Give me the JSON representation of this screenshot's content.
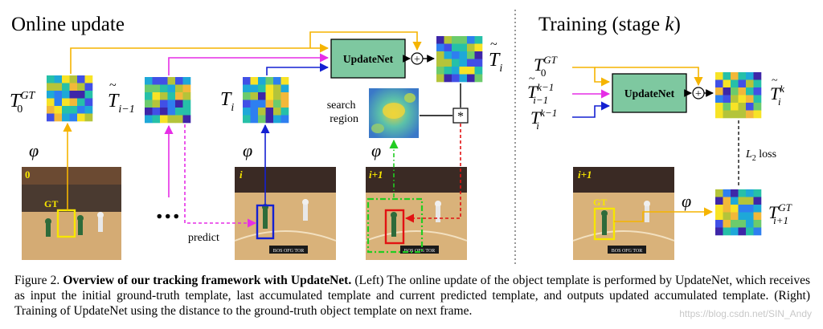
{
  "titles": {
    "left": "Online update",
    "right_prefix": "Training (stage ",
    "right_var": "k",
    "right_suffix": ")"
  },
  "boxes": {
    "updatenet_left": "UpdateNet",
    "updatenet_right": "UpdateNet"
  },
  "labels": {
    "phi": "φ",
    "search_region_line1": "search",
    "search_region_line2": "region",
    "predict": "predict",
    "loss": "L",
    "loss_sub": "2",
    "loss_suffix": " loss",
    "conv_symbol": "*",
    "plus_symbol": "+",
    "dots": "...",
    "T": "T",
    "sup_GT": "GT",
    "sub_0": "0",
    "sub_i": "i",
    "sub_i_minus_1": "i−1",
    "sub_i_plus_1": "i+1",
    "sup_k": "k",
    "sup_k_minus_1": "k−1"
  },
  "frames": {
    "f0": "0",
    "fi": "i",
    "fi1": "i+1",
    "fright": "i+1",
    "gt": "GT",
    "scoreboard": "BOS  OFG  TOR"
  },
  "caption": {
    "prefix": "Figure 2. ",
    "bold": "Overview of our tracking framework with UpdateNet.",
    "body": " (Left) The online update of the object template is performed by UpdateNet, which receives as input the initial ground-truth template, last accumulated template and current predicted template, and outputs updated accumulated template. (Right) Training of UpdateNet using the distance to the ground-truth object template on next frame."
  },
  "watermark": "https://blog.csdn.net/SIN_Andy",
  "colors": {
    "yellow": "#f5b400",
    "magenta": "#e62ee6",
    "blue": "#1420d2",
    "red": "#e21212",
    "green": "#22cc22",
    "updatenet_fill": "#7ec8a0",
    "frame_bg": "#c49a68",
    "court": "#d9b27a"
  }
}
